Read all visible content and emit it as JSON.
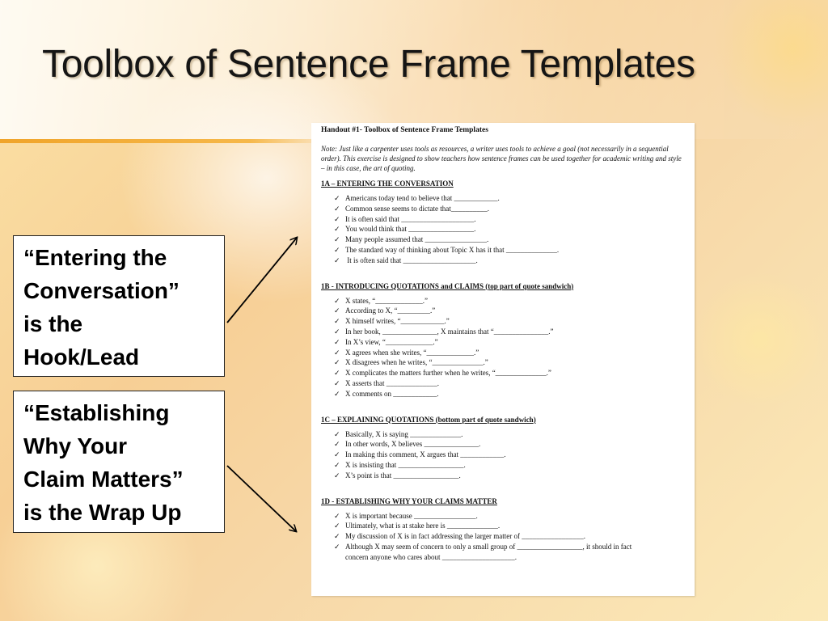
{
  "slide": {
    "title": "Toolbox of Sentence Frame Templates",
    "callouts": [
      {
        "lines": [
          "“Entering the",
          "Conversation”",
          "is the",
          "Hook/Lead"
        ]
      },
      {
        "lines": [
          "“Establishing",
          "Why Your",
          "Claim Matters”",
          "is the Wrap Up"
        ]
      }
    ]
  },
  "handout": {
    "title": "Handout #1- Toolbox of Sentence Frame Templates",
    "note": "Note: Just like a carpenter uses tools as resources, a writer uses tools to achieve a goal (not necessarily in a sequential order). This exercise is designed to show teachers how sentence frames can be used together for academic writing and style – in this case, the art of quoting.",
    "check_icon": "check-icon",
    "sections": [
      {
        "heading": "1A – ENTERING THE CONVERSATION",
        "items": [
          "Americans today tend to believe that ____________.",
          "Common sense seems to dictate that__________.",
          "It is often said that ____________________.",
          "You would think that __________________.",
          "Many people assumed that _________________.",
          "The standard way of thinking about Topic X has it that ______________.",
          " It is often said that ____________________."
        ]
      },
      {
        "heading": "1B - INTRODUCING QUOTATIONS and CLAIMS (top part of quote sandwich)",
        "items": [
          "X states, “_____________.”",
          "According to X, “_________.”",
          "X himself writes, “____________.”",
          "In her book, _______________, X maintains that “_______________.”",
          "In X’s view, “_____________.”",
          "X agrees when she writes, “_____________.”",
          "X disagrees when he writes, “______________.”",
          "X complicates the matters further when he writes, “______________.”",
          "X asserts that ______________.",
          "X comments on ____________."
        ]
      },
      {
        "heading": "1C – EXPLAINING QUOTATIONS (bottom part of quote sandwich)",
        "items": [
          "Basically, X is saying ______________.",
          "In other words, X believes _______________.",
          "In making this comment, X argues that ____________.",
          "X is insisting that __________________.",
          "X’s point is that __________________."
        ]
      },
      {
        "heading": "1D - ESTABLISHING WHY YOUR CLAIMS MATTER",
        "items": [
          "X is important because _________________.",
          "Ultimately, what is at stake here is ______________.",
          "My discussion of X is in fact addressing the larger matter of _________________.",
          "Although X may seem of concern to only a small group of __________________, it should in fact"
        ],
        "continuation": "concern anyone who cares about ____________________."
      }
    ]
  }
}
